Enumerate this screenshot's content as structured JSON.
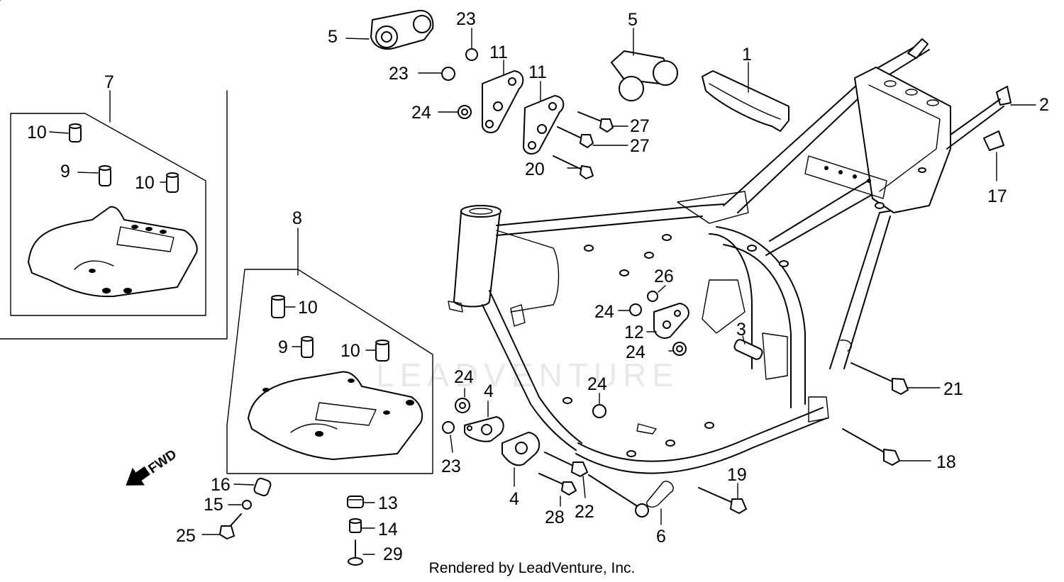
{
  "diagram": {
    "callouts": {
      "c1": "1",
      "c2": "2",
      "c3": "3",
      "c4a": "4",
      "c4b": "4",
      "c5a": "5",
      "c5b": "5",
      "c6": "6",
      "c7": "7",
      "c8": "8",
      "c9a": "9",
      "c9b": "9",
      "c10a": "10",
      "c10b": "10",
      "c10c": "10",
      "c10d": "10",
      "c11a": "11",
      "c11b": "11",
      "c12": "12",
      "c13": "13",
      "c14": "14",
      "c15": "15",
      "c16": "16",
      "c17": "17",
      "c18": "18",
      "c19": "19",
      "c20": "20",
      "c21": "21",
      "c22": "22",
      "c23a": "23",
      "c23b": "23",
      "c23c": "23",
      "c24a": "24",
      "c24b": "24",
      "c24c": "24",
      "c24d": "24",
      "c24e": "24",
      "c25": "25",
      "c26": "26",
      "c27a": "27",
      "c27b": "27",
      "c28": "28",
      "c29": "29"
    },
    "fwd_label": "FWD",
    "watermark": "LEADVENTURE",
    "footer": "Rendered by LeadVenture, Inc."
  }
}
